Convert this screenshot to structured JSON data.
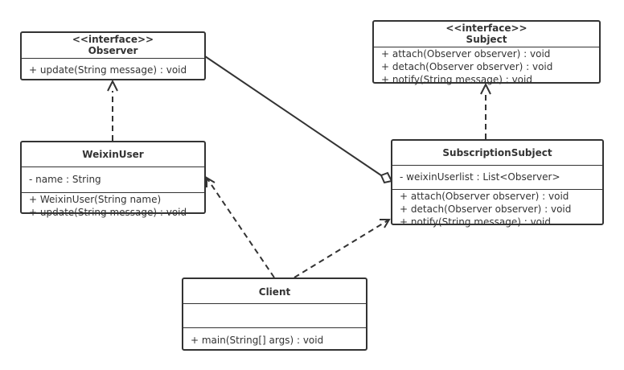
{
  "classes": {
    "observer": {
      "stereotype": "<<interface>>",
      "name": "Observer",
      "attributes": [],
      "methods": [
        "+ update(String message) : void"
      ]
    },
    "subject": {
      "stereotype": "<<interface>>",
      "name": "Subject",
      "attributes": [],
      "methods": [
        "+ attach(Observer observer) : void",
        "+ detach(Observer observer) : void",
        "+ notify(String message) : void"
      ]
    },
    "weixinuser": {
      "name": "WeixinUser",
      "attributes": [
        "- name : String"
      ],
      "methods": [
        "+ WeixinUser(String name)",
        "+ update(String message) : void"
      ]
    },
    "subscriptionsubject": {
      "name": "SubscriptionSubject",
      "attributes": [
        "- weixinUserlist : List<Observer>"
      ],
      "methods": [
        "+ attach(Observer observer) : void",
        "+ detach(Observer observer) : void",
        "+ notify(String message) : void"
      ]
    },
    "client": {
      "name": "Client",
      "attributes": [],
      "methods": [
        "+ main(String[] args) : void"
      ]
    }
  },
  "relations": [
    {
      "from": "WeixinUser",
      "to": "Observer",
      "type": "realization"
    },
    {
      "from": "SubscriptionSubject",
      "to": "Subject",
      "type": "realization"
    },
    {
      "from": "SubscriptionSubject",
      "to": "Observer",
      "type": "aggregation"
    },
    {
      "from": "Client",
      "to": "WeixinUser",
      "type": "dependency"
    },
    {
      "from": "Client",
      "to": "SubscriptionSubject",
      "type": "dependency"
    }
  ],
  "colors": {
    "line": "#333333",
    "background": "#ffffff"
  }
}
